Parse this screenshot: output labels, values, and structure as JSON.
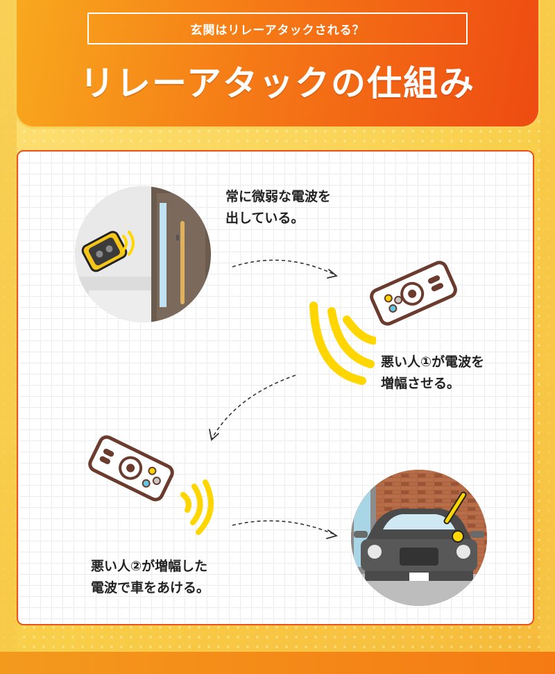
{
  "header": {
    "subtitle": "玄関はリレーアタックされる？",
    "title": "リレーアタックの仕組み"
  },
  "steps": [
    {
      "caption": "常に微弱な電波を\n出している。"
    },
    {
      "caption": "悪い人①が電波を\n増幅させる。"
    },
    {
      "caption": "悪い人②が増幅した\n電波で車をあける。"
    }
  ],
  "colors": {
    "accent": "#f57a16",
    "header_dark": "#ee4b12",
    "wave": "#ffd600",
    "card_border": "#e8541a"
  },
  "icons": [
    "key-fob-icon",
    "door-icon",
    "remote-icon",
    "signal-wave-icon",
    "car-icon",
    "arrow-icon"
  ]
}
